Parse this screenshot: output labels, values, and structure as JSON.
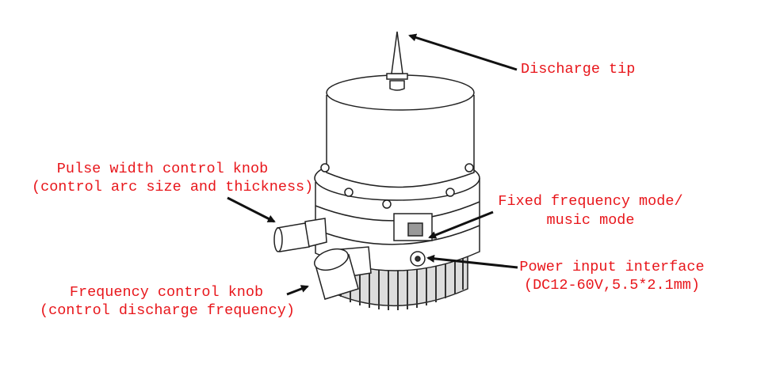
{
  "labels": {
    "discharge_tip": "Discharge tip",
    "pulse_width_title": "Pulse width control knob",
    "pulse_width_desc": "(control arc size and thickness)",
    "frequency_title": "Frequency control knob",
    "frequency_desc": "(control discharge frequency)",
    "mode_line1": "Fixed frequency mode/",
    "mode_line2": "music mode",
    "power_title": "Power input interface",
    "power_desc": "(DC12-60V,5.5*2.1mm)"
  },
  "colors": {
    "label": "#e8161b",
    "line": "#111111"
  }
}
